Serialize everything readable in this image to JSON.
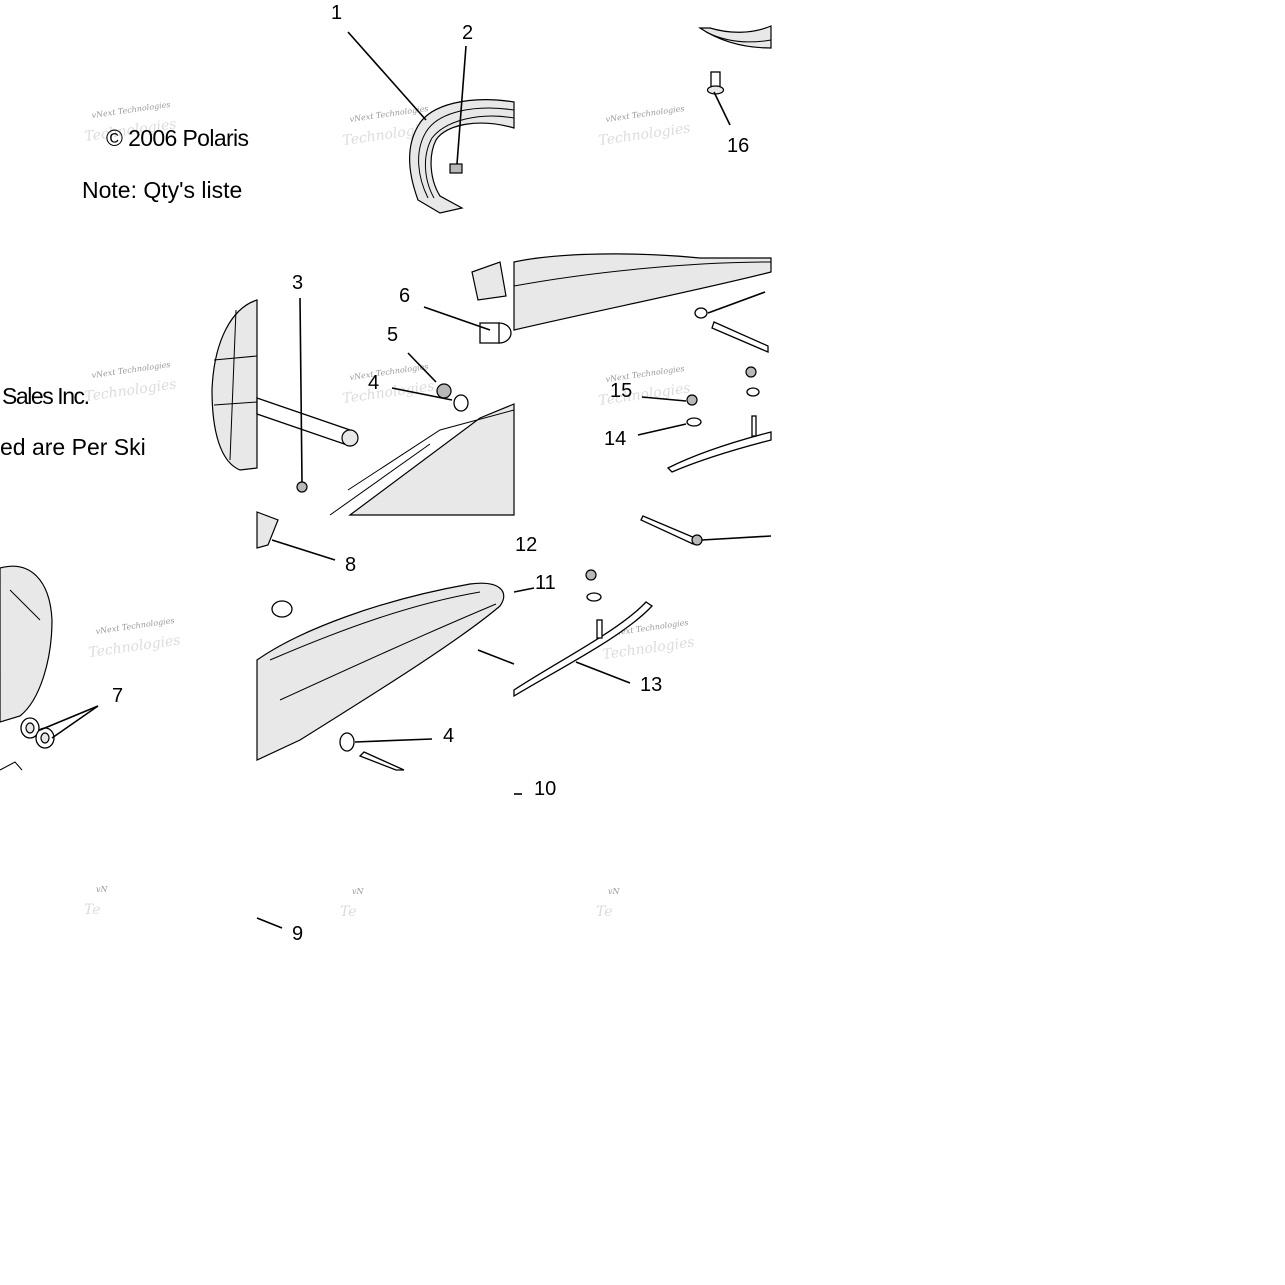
{
  "notes": {
    "copyright_part1": "© 2006 Polaris",
    "copyright_part2": "Sales Inc.",
    "note_part1": "Note: Qty's liste",
    "note_part2": "ed are Per Ski"
  },
  "watermark": {
    "line1": "vNext Technologies",
    "line2": "Technologies",
    "short1": "vN",
    "short2": "Te"
  },
  "callouts": [
    {
      "id": "callout-1",
      "label": "1"
    },
    {
      "id": "callout-2",
      "label": "2"
    },
    {
      "id": "callout-3",
      "label": "3"
    },
    {
      "id": "callout-4a",
      "label": "4"
    },
    {
      "id": "callout-4b",
      "label": "4"
    },
    {
      "id": "callout-5",
      "label": "5"
    },
    {
      "id": "callout-6",
      "label": "6"
    },
    {
      "id": "callout-7",
      "label": "7"
    },
    {
      "id": "callout-8",
      "label": "8"
    },
    {
      "id": "callout-9",
      "label": "9"
    },
    {
      "id": "callout-10",
      "label": "10"
    },
    {
      "id": "callout-11",
      "label": "11"
    },
    {
      "id": "callout-12",
      "label": "12"
    },
    {
      "id": "callout-13",
      "label": "13"
    },
    {
      "id": "callout-14",
      "label": "14"
    },
    {
      "id": "callout-15",
      "label": "15"
    },
    {
      "id": "callout-16",
      "label": "16"
    }
  ]
}
